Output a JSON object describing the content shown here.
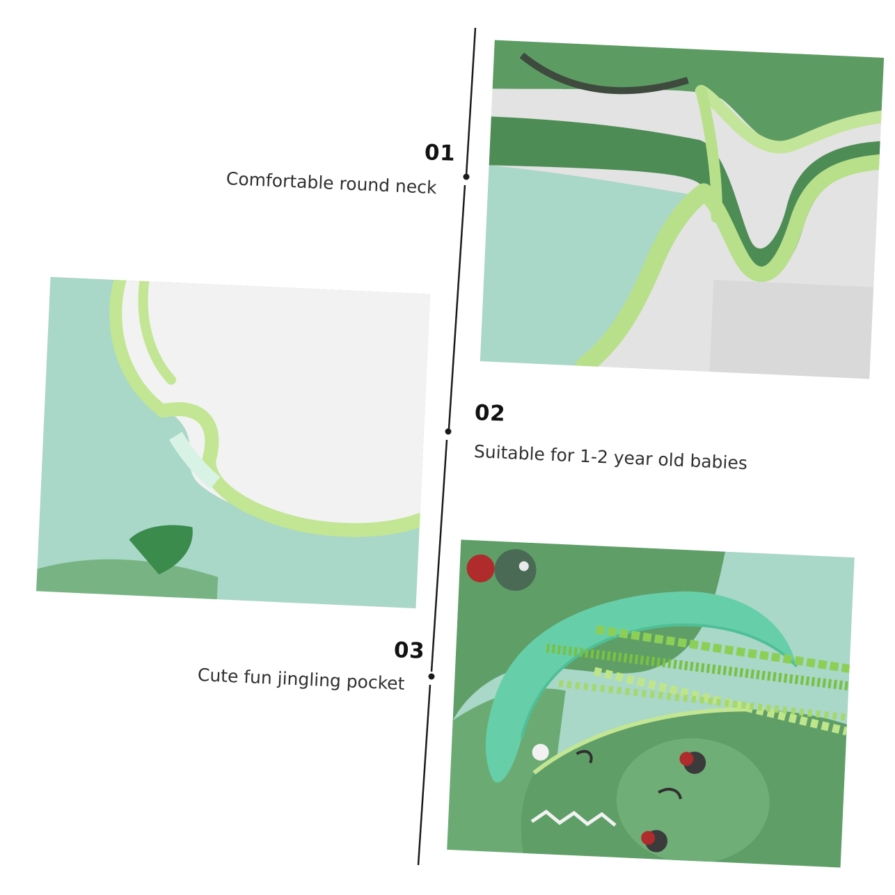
{
  "features": [
    {
      "number": "01",
      "text": "Comfortable round neck"
    },
    {
      "number": "02",
      "text": "Suitable for 1-2 year old babies"
    },
    {
      "number": "03",
      "text": "Cute fun jingling pocket"
    }
  ],
  "colors": {
    "text_dark": "#111111",
    "text_body": "#2f2f2f",
    "bib_green": "#5f9f67",
    "trim_green": "#b8e08a",
    "mint_bg": "#a9d7c8",
    "pocket_mint": "#66cfa9",
    "divider": "#1a1a1a"
  }
}
